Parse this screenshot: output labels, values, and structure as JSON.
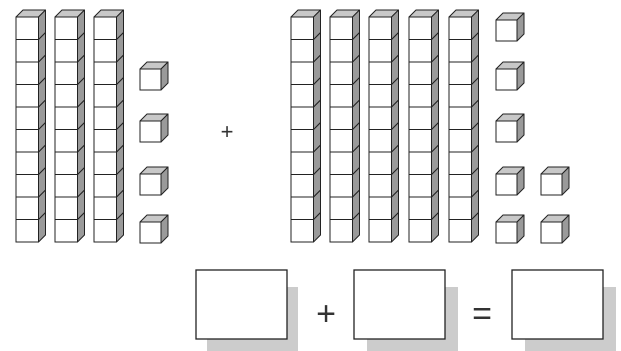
{
  "groups": [
    {
      "tens": 3,
      "ones": 4
    },
    {
      "tens": 5,
      "ones": 7
    }
  ],
  "operators": {
    "plus_between_groups": "+",
    "plus_equation": "+",
    "equals": "="
  },
  "answer_boxes": [
    "",
    "",
    ""
  ],
  "colors": {
    "cube_front": "#ffffff",
    "cube_top": "#c8c8c8",
    "cube_side": "#9a9a9a",
    "stroke": "#222222",
    "box_shadow": "#cccccc",
    "text": "#333333"
  }
}
